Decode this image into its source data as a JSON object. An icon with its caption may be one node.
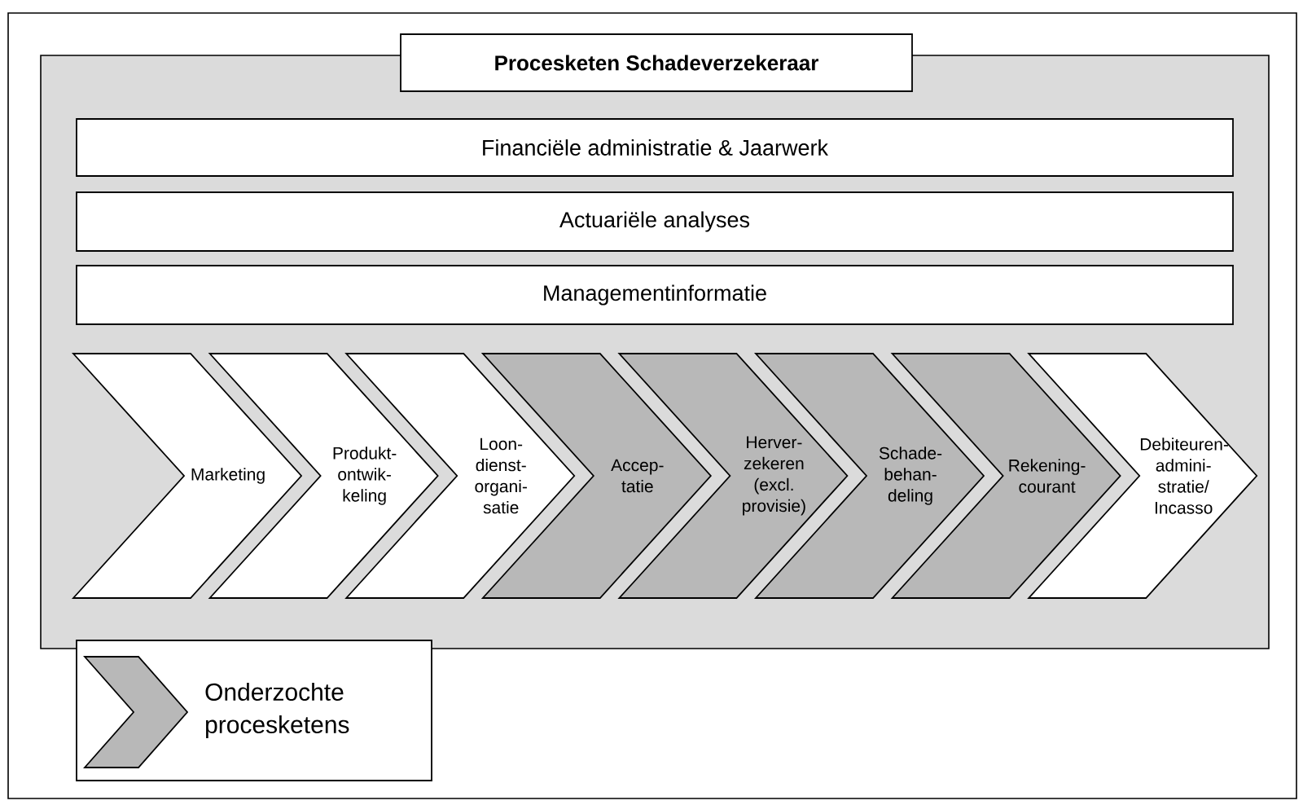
{
  "diagram": {
    "nodes": [
      {
        "text": [
          "Procesketen Schadeverzekeraar"
        ]
      },
      {
        "text": [
          "Financiële administratie & Jaarwerk"
        ],
        "in": 0
      },
      {
        "text": [
          "Actuariële analyses"
        ],
        "in": 0
      },
      {
        "text": [
          "Managementinformatie"
        ],
        "in": 0
      },
      {
        "text": [
          "Marketing"
        ],
        "in": 0
      },
      {
        "text": [
          "Produkt- ontwik- keling"
        ],
        "in": 0
      },
      {
        "text": [
          "Loon- dienst- organi- satie"
        ],
        "in": 0
      },
      {
        "text": [
          "Accep- tatie"
        ],
        "in": 0
      },
      {
        "text": [
          "Herver- zekeren (excl. provisie)"
        ],
        "in": 0
      },
      {
        "text": [
          "Schade- behan- deling"
        ],
        "in": 0
      },
      {
        "text": [
          "Rekening- courant"
        ],
        "in": 0
      },
      {
        "text": [
          "Debiteuren- admini- stratie/ Incasso"
        ],
        "in": 0
      }
    ],
    "legend": [
      {
        "text": "Onderzochte procesketens",
        "color": "#b8b8b8"
      }
    ]
  }
}
